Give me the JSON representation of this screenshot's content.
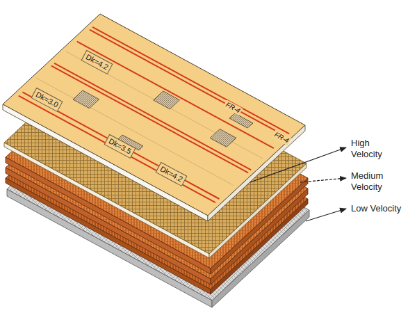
{
  "diagram": {
    "labels": [
      "Dk=4.2",
      "FR-4",
      "FR-4",
      "Dk=3.0",
      "Dk=3.5",
      "Dk=4.2",
      "High Velocity",
      "Medium Velocity",
      "Low Velocity"
    ]
  }
}
